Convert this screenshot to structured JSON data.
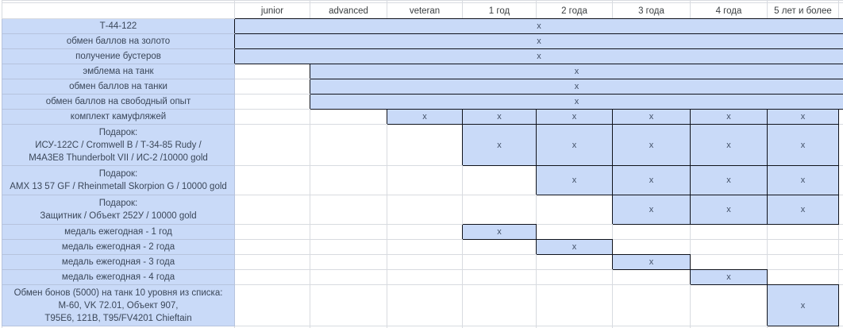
{
  "sheet": {
    "headers": {
      "c1": "junior",
      "c2": "advanced",
      "c3": "veteran",
      "c4": "1 год",
      "c5": "2 года",
      "c6": "3 года",
      "c7": "4 года",
      "c8": "5 лет и более"
    },
    "mark_symbol": "x",
    "colors": {
      "cell_fill": "#c9daf8",
      "dark_border": "#10131c",
      "gridline": "#d8dbe0",
      "text": "#3b4759"
    },
    "rows": [
      {
        "label": "Т-44-122",
        "mark": "x",
        "coverage": "junior — 5 лет и более (merged)"
      },
      {
        "label": "обмен баллов на золото",
        "mark": "x",
        "coverage": "junior — 5 лет и более (merged)"
      },
      {
        "label": "получение бустеров",
        "mark": "x",
        "coverage": "junior — 5 лет и более (merged)"
      },
      {
        "label": "эмблема на танк",
        "mark": "x",
        "coverage": "advanced — 5 лет и более (merged)"
      },
      {
        "label": "обмен баллов на танки",
        "mark": "x",
        "coverage": "advanced — 5 лет и более (merged)"
      },
      {
        "label": "обмен баллов на свободный опыт",
        "mark": "x",
        "coverage": "advanced — 5 лет и более (merged)"
      },
      {
        "label": "комплект камуфляжей",
        "mark": "x",
        "coverage": "veteran — 5 лет и более (per cell)"
      },
      {
        "label": "Подарок:\nИСУ-122С / Cromwell B / Т-34-85 Rudy /\nМ4А3Е8 Thunderbolt VII / ИС-2 /10000 gold",
        "mark": "x",
        "coverage": "1 год — 5 лет и более (per cell)"
      },
      {
        "label": "Подарок:\nAMX 13 57 GF / Rheinmetall Skorpion G / 10000 gold",
        "mark": "x",
        "coverage": "2 года — 5 лет и более (per cell)"
      },
      {
        "label": "Подарок:\nЗащитник / Объект 252У / 10000 gold",
        "mark": "x",
        "coverage": "3 года — 5 лет и более (per cell)"
      },
      {
        "label": "медаль ежегодная - 1 год",
        "mark": "x",
        "coverage": "1 год"
      },
      {
        "label": "медаль ежегодная - 2 года",
        "mark": "x",
        "coverage": "2 года"
      },
      {
        "label": "медаль ежегодная - 3 года",
        "mark": "x",
        "coverage": "3 года"
      },
      {
        "label": "медаль ежегодная - 4 года",
        "mark": "x",
        "coverage": "4 года"
      },
      {
        "label": "Обмен бонов (5000) на танк 10 уровня из списка:\nМ-60, VK 72.01, Объект 907,\nT95E6, 121B, T95/FV4201 Chieftain",
        "mark": "x",
        "coverage": "5 лет и более"
      }
    ]
  }
}
